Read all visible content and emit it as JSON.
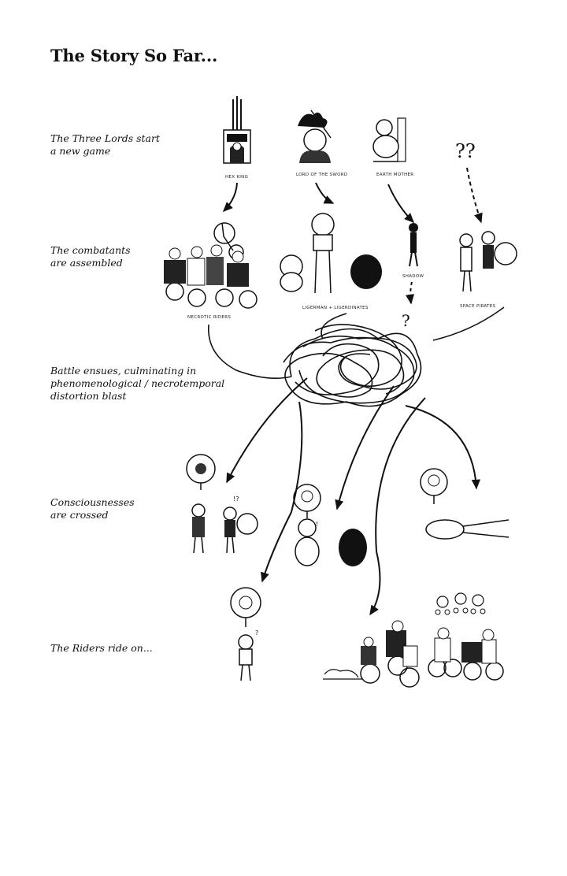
{
  "page": {
    "title": "The Story So Far..."
  },
  "captions": [
    "The Three Lords start\na new game",
    "The combatants\nare assembled",
    "Battle ensues, culminating in\nphenomenological / necrotemporal\ndistortion blast",
    "Consciousnesses\nare crossed",
    "The Riders ride on..."
  ],
  "lords": [
    "HEX KING",
    "LORD OF THE SWORD",
    "EARTH MOTHER"
  ],
  "unknown_marks": [
    "??",
    "?"
  ],
  "combatants": [
    "NECROTIC RIDERS",
    "LIGERMAN + LIGERDINATES",
    "SHADOW",
    "SPACE PIRATES"
  ],
  "speech_marks": [
    "!?",
    "!",
    "?"
  ]
}
